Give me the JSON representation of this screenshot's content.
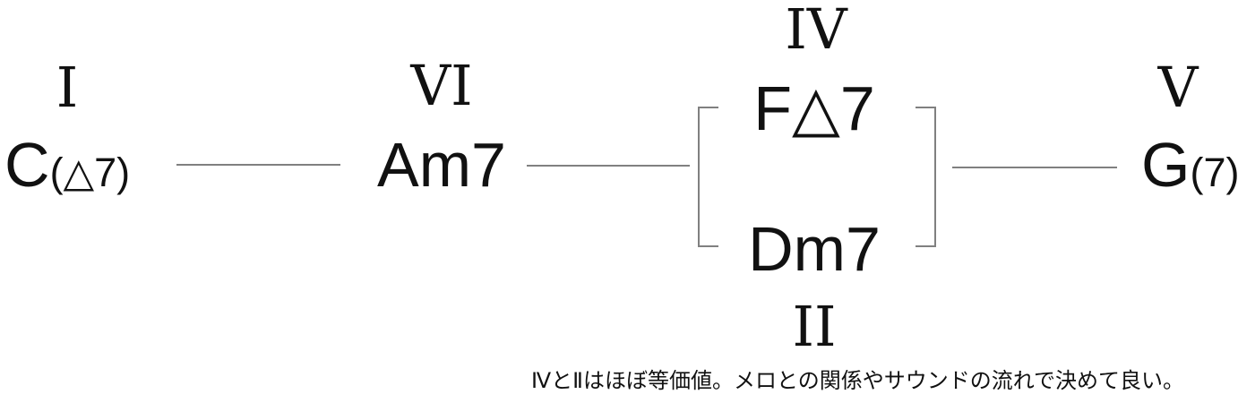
{
  "diagram": {
    "tonic": {
      "numeral": "I",
      "root": "C",
      "suffix": "(△7)"
    },
    "submediant": {
      "numeral": "VI",
      "chord": "Am7"
    },
    "subdominant": {
      "numeral": "IV",
      "chord": "F△7"
    },
    "supertonic": {
      "numeral": "II",
      "chord": "Dm7"
    },
    "dominant": {
      "numeral": "V",
      "root": "G",
      "suffix": "(7)"
    }
  },
  "caption": "ⅣとⅡはほぼ等価値。メロとの関係やサウンドの流れで決めて良い。",
  "colors": {
    "text": "#111111",
    "connector": "#808080",
    "background": "#ffffff"
  }
}
